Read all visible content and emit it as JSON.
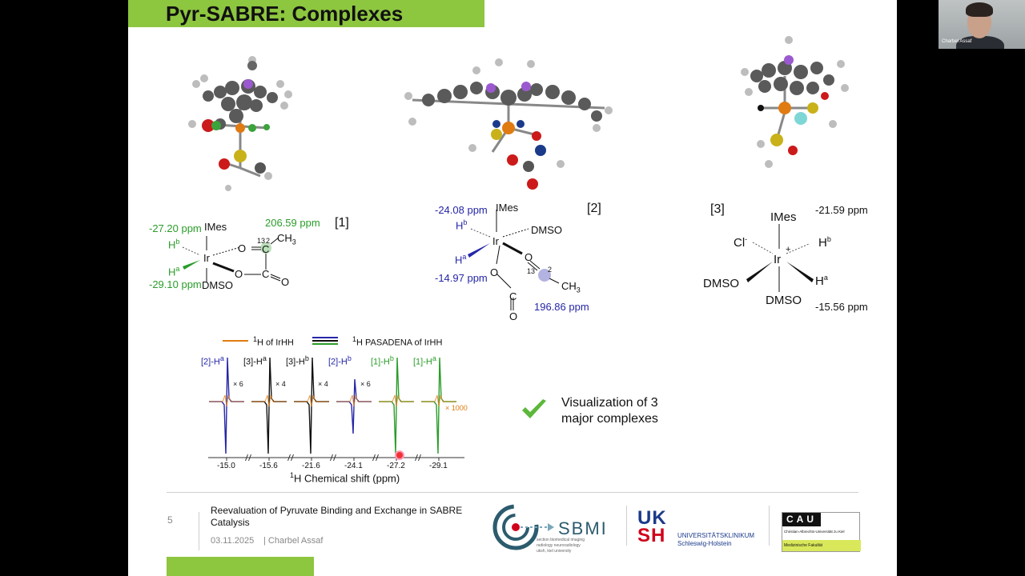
{
  "slide": {
    "title": "Pyr-SABRE: Complexes",
    "page_number": "5",
    "footer_title_line1": "Reevaluation of Pyruvate Binding and Exchange in SABRE",
    "footer_title_line2": "Catalysis",
    "footer_date": "03.11.2025",
    "footer_author": "| Charbel Assaf",
    "check_text_line1": "Visualization of 3",
    "check_text_line2": "major complexes"
  },
  "complex1": {
    "ref": "[1]",
    "imes": "IMes",
    "dmso": "DMSO",
    "hb_label": "H",
    "hb_sup": "b",
    "ha_label": "H",
    "ha_sup": "a",
    "ir": "Ir",
    "ppm_hb": "-27.20 ppm",
    "ppm_ha": "-29.10 ppm",
    "ppm_c": "206.59 ppm",
    "c13": "13",
    "c": "C",
    "c_num": "2",
    "ch3": "CH",
    "ch3_sub": "3",
    "o1": "O",
    "o2": "O",
    "o3": "O",
    "c2": "C"
  },
  "complex2": {
    "ref": "[2]",
    "imes": "IMes",
    "dmso": "DMSO",
    "hb_label": "H",
    "hb_sup": "b",
    "ha_label": "H",
    "ha_sup": "a",
    "ir": "Ir",
    "ppm_hb": "-24.08 ppm",
    "ppm_ha": "-14.97 ppm",
    "ppm_c": "196.86 ppm",
    "c13": "13",
    "c_num": "2",
    "ch3": "CH",
    "ch3_sub": "3",
    "o1": "O",
    "o2": "O",
    "o3": "O",
    "c2": "C"
  },
  "complex3": {
    "ref": "[3]",
    "imes": "IMes",
    "cl": "Cl",
    "cl_sup": "-",
    "plus": "+",
    "ir": "Ir",
    "hb_label": "H",
    "hb_sup": "b",
    "ha_label": "H",
    "ha_sup": "a",
    "dmso_left": "DMSO",
    "dmso_bottom": "DMSO",
    "ppm_top": "-21.59 ppm",
    "ppm_bottom": "-15.56 ppm"
  },
  "spectrum": {
    "legend_1h": "H of IrHH",
    "legend_pasadena": "H PASADENA of IrHH",
    "legend_sup": "1",
    "xlabel": "H Chemical shift (ppm)",
    "xlabel_sup": "1",
    "ticks": [
      "-15.0",
      "-15.6",
      "-21.6",
      "-24.1",
      "-27.2",
      "-29.1"
    ],
    "peaks": [
      {
        "label": "[2]-H",
        "sup": "a",
        "mult": "× 6",
        "color": "#2626a8"
      },
      {
        "label": "[3]-H",
        "sup": "a",
        "mult": "× 4",
        "color": "#111111"
      },
      {
        "label": "[3]-H",
        "sup": "b",
        "mult": "× 4",
        "color": "#111111"
      },
      {
        "label": "[2]-H",
        "sup": "b",
        "mult": "× 6",
        "color": "#2626a8"
      },
      {
        "label": "[1]-H",
        "sup": "b",
        "mult": "",
        "color": "#2a9d2a"
      },
      {
        "label": "[1]-H",
        "sup": "a",
        "mult": "× 1000",
        "color": "#2a9d2a"
      }
    ]
  },
  "logos": {
    "sbmi": "SBMI",
    "sbmi_sub1": "section biomedical imaging",
    "sbmi_sub2": "radiology neuroradiology",
    "sbmi_sub3": "uksh, kiel university",
    "uksh_top": "UK",
    "uksh_bottom": "SH",
    "uksh_name1": "UNIVERSITÄTSKLINIKUM",
    "uksh_name2": "Schleswig-Holstein",
    "cau": "CAU",
    "cau_name": "Christian-Albrechts-Universität zu Kiel",
    "cau_fac": "Medizinische Fakultät"
  },
  "webcam": {
    "name": "Charbel Assaf"
  },
  "colors": {
    "accent_green": "#8dc63f",
    "green": "#2a9d2a",
    "blue": "#2626a8",
    "orange": "#e07b12",
    "uksh_red": "#d0021b",
    "uksh_blue": "#1b3a8a"
  }
}
